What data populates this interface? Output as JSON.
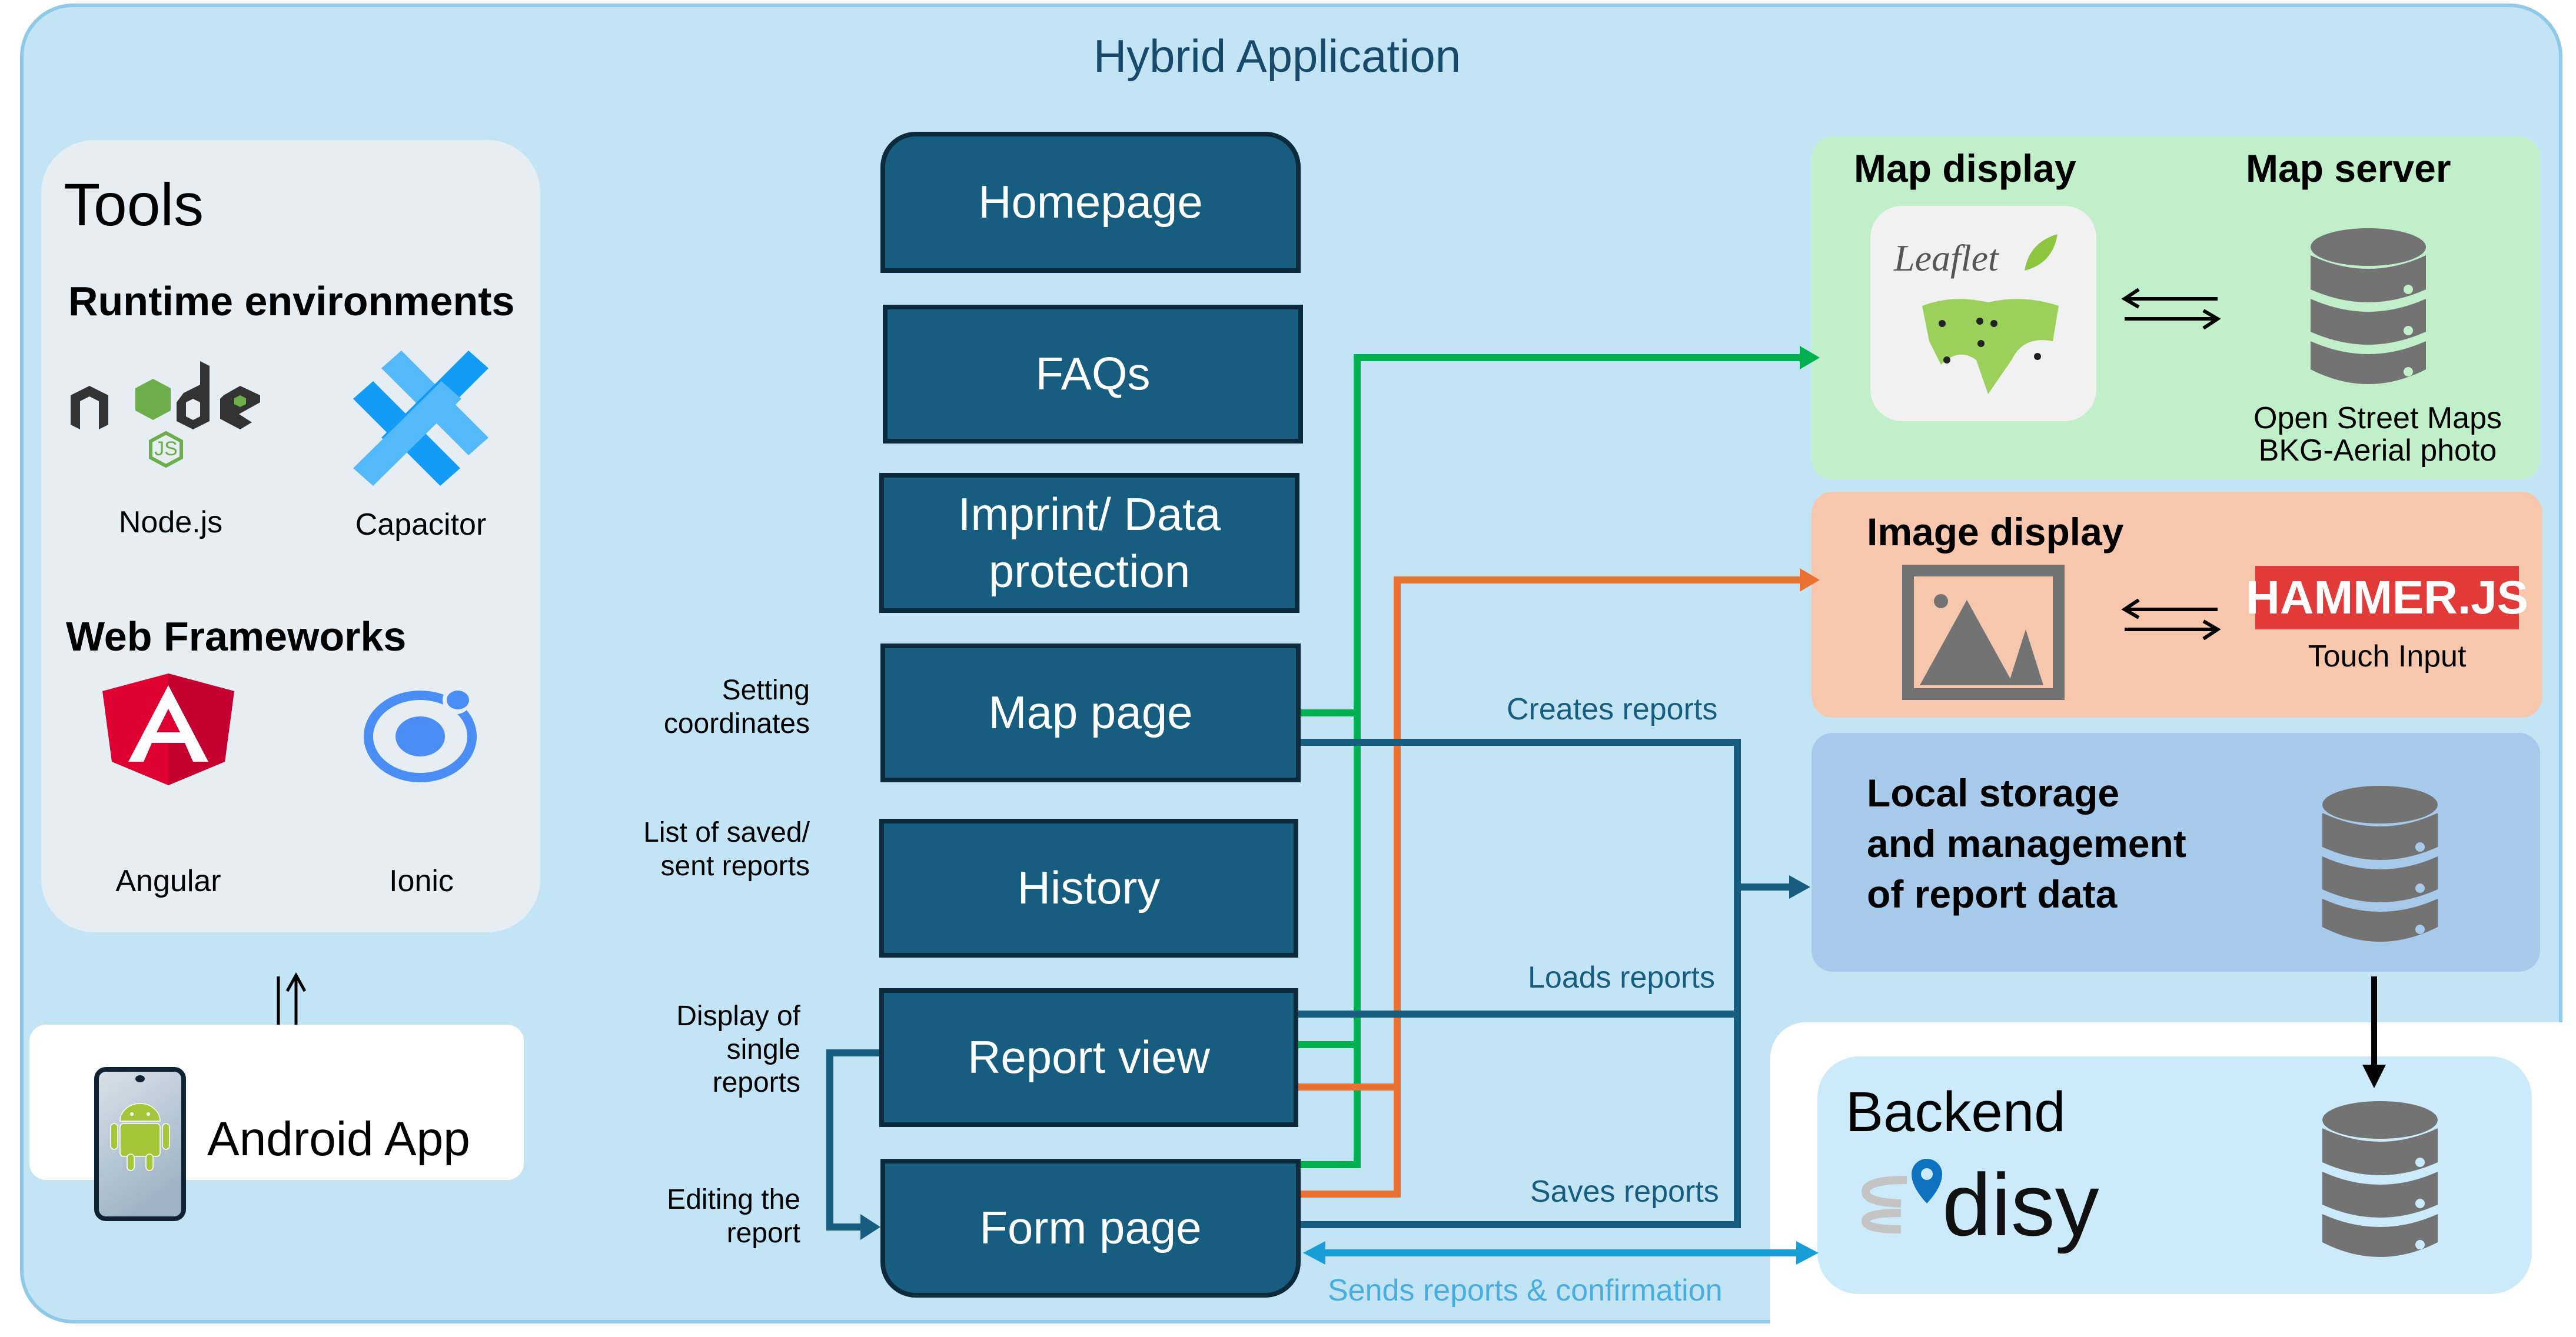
{
  "title": "Hybrid Application",
  "tools": {
    "heading": "Tools",
    "runtime": {
      "heading": "Runtime environments",
      "items": [
        {
          "label": "Node.js",
          "icon": "nodejs-logo-icon"
        },
        {
          "label": "Capacitor",
          "icon": "capacitor-logo-icon"
        }
      ]
    },
    "frameworks": {
      "heading": "Web Frameworks",
      "items": [
        {
          "label": "Angular",
          "icon": "angular-logo-icon"
        },
        {
          "label": "Ionic",
          "icon": "ionic-logo-icon"
        }
      ]
    }
  },
  "android": {
    "label": "Android App",
    "icon": "android-phone-icon"
  },
  "pages": [
    {
      "label": "Homepage",
      "note": ""
    },
    {
      "label": "FAQs",
      "note": ""
    },
    {
      "label": "Imprint/ Data protection",
      "note": ""
    },
    {
      "label": "Map page",
      "note": "Setting coordinates"
    },
    {
      "label": "History",
      "note": "List of saved/ sent reports"
    },
    {
      "label": "Report view",
      "note": "Display of single reports"
    },
    {
      "label": "Form page",
      "note": "Editing the report"
    }
  ],
  "map_panel": {
    "display_heading": "Map display",
    "server_heading": "Map server",
    "display_logo": "Leaflet",
    "server_caption_1": "Open Street Maps",
    "server_caption_2": "BKG-Aerial photo",
    "color": "#c1efc9"
  },
  "image_panel": {
    "heading": "Image display",
    "lib_logo": "HAMMER.JS",
    "lib_caption": "Touch Input",
    "color": "#f6c7ad"
  },
  "storage_panel": {
    "heading_lines": [
      "Local storage",
      "and management",
      "of report data"
    ],
    "color": "#a7c9ea"
  },
  "backend_panel": {
    "heading": "Backend",
    "logo": "disy",
    "color": "#ccebfa"
  },
  "connections": {
    "creates": "Creates reports",
    "loads": "Loads reports",
    "saves": "Saves reports",
    "sends": "Sends  reports & confirmation"
  },
  "colors": {
    "page_box": "#175d7f",
    "map_line": "#00b050",
    "image_line": "#e97132",
    "storage_line": "#175d7f",
    "backend_line": "#1a9ed8",
    "frame": "#c3e4f4"
  }
}
